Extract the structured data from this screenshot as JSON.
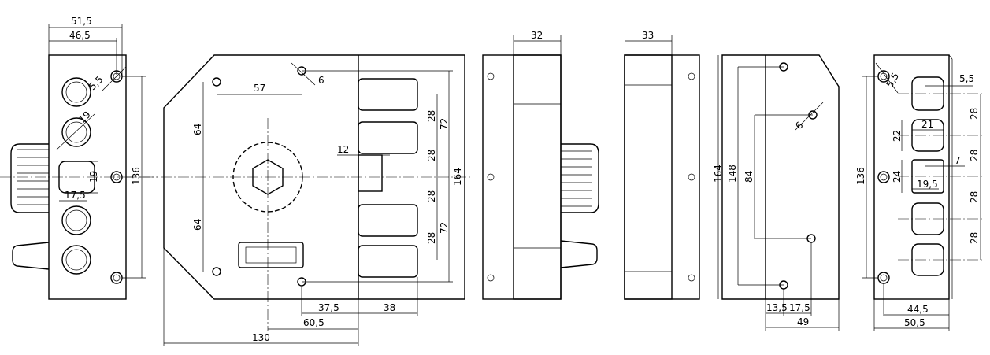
{
  "title": "Lock technical drawing with dimensions",
  "side_view_left": {
    "w_total": "51,5",
    "w_plate": "46,5",
    "hole_d": "5,5",
    "cyl_d": "19",
    "key_h": "19",
    "key_w": "17,5",
    "hole_spacing": "136"
  },
  "front_view": {
    "h1": "57",
    "hole_d": "6",
    "v_up": "64",
    "v_down": "64",
    "latch": "12",
    "b1": "28",
    "b2": "28",
    "b3": "28",
    "b4": "28",
    "g_up": "72",
    "g_down": "72",
    "height": "164",
    "w1": "37,5",
    "bolt_len": "38",
    "w2": "60,5",
    "width": "130"
  },
  "side_view_mid": {
    "depth": "32"
  },
  "side_view_mid2": {
    "depth": "33"
  },
  "back_view": {
    "height": "164",
    "h2": "148",
    "h3": "84",
    "hole_d": "6",
    "x1": "13,5",
    "x2": "17,5",
    "width": "49"
  },
  "faceplate_view": {
    "hole_d": "5,5",
    "slot_off": "5,5",
    "slot_w": "21",
    "slot_h": "22",
    "p1": "28",
    "latch_h": "24",
    "latch_off": "7",
    "latch_w": "19,5",
    "p2": "28",
    "p3": "28",
    "p4": "28",
    "spacing": "136",
    "w1": "44,5",
    "w2": "50,5"
  }
}
